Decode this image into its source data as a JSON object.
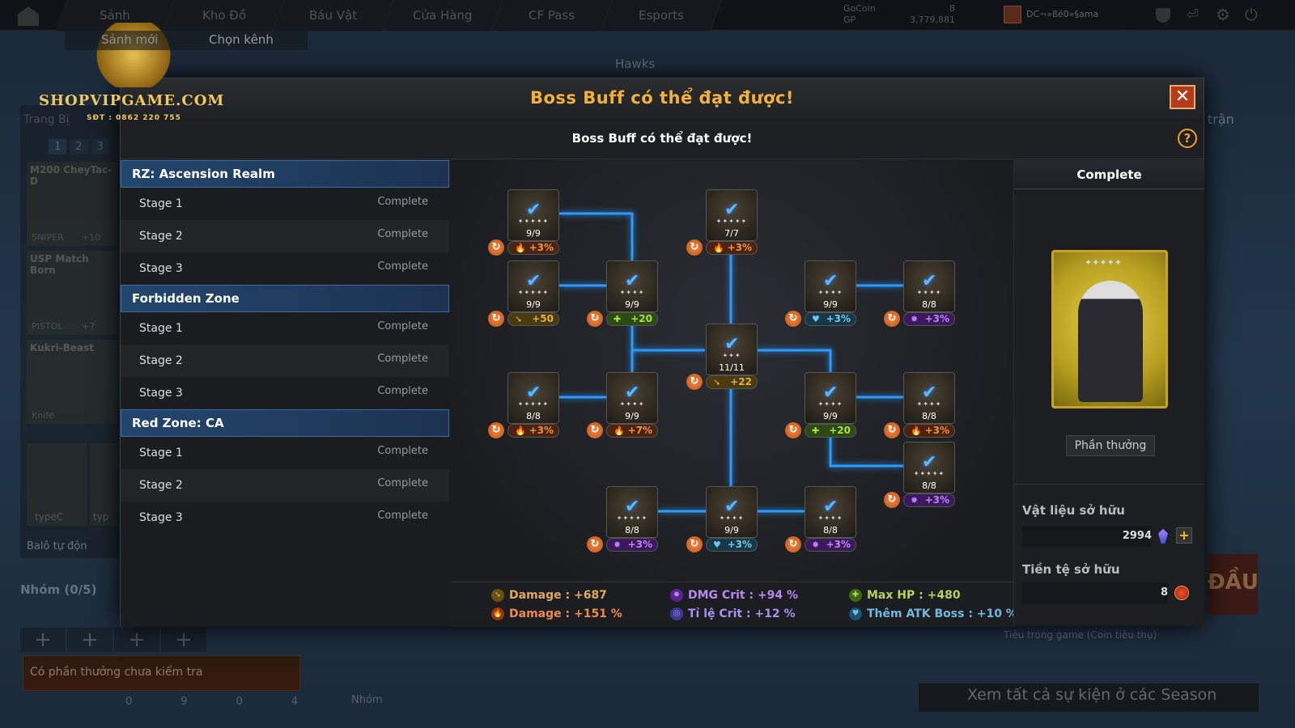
{
  "topbar": {
    "tabs": [
      "Sảnh",
      "Kho Đồ",
      "Báu Vật",
      "Cửa Hàng",
      "CF Pass",
      "Esports"
    ],
    "sub_tabs": [
      "Sảnh mới",
      "Chọn kênh"
    ],
    "gocoin_label": "GoCoin",
    "gocoin_value": "8",
    "gp_label": "GP",
    "gp_value": "3,779,881",
    "username": "DC¬»ßé0«§ama"
  },
  "watermark": {
    "site": "SHOPVIPGAME.COM",
    "phone": "SĐT : 0862 220 755"
  },
  "background": {
    "room_title": "Hawks",
    "equip_title": "Trang Bị",
    "slot_tabs": [
      "1",
      "2",
      "3"
    ],
    "weapons": [
      {
        "name": "M200 CheyTac-D",
        "type": "SNIPER",
        "bonus": "+10"
      },
      {
        "name": "USP Match Born",
        "type": "PISTOL",
        "bonus": "+7"
      },
      {
        "name": "Kukri-Beast",
        "type": "Knife",
        "bonus": ""
      }
    ],
    "char_types": [
      "typeC",
      "typ"
    ],
    "auto_bag": "Balô tự độn",
    "group": "Nhóm (0/5)",
    "reward_notice": "Có phần thưởng chưa kiểm tra",
    "bottom_counts": [
      "0",
      "9",
      "0",
      "4"
    ],
    "chat_group": "Nhóm",
    "right_tran": "trận",
    "season_banner": "Xem tất cả sự kiện ở các Season",
    "coin_hint": "Tiêu trong game (Coin tiêu thụ)",
    "dau": "ĐẦU"
  },
  "modal": {
    "title": "Boss Buff có thể đạt được!",
    "subtitle": "Boss Buff có thể đạt được!",
    "close": "✕",
    "help": "?",
    "sections": [
      {
        "name": "RZ: Ascension Realm",
        "stages": [
          {
            "label": "Stage 1",
            "status": "Complete"
          },
          {
            "label": "Stage 2",
            "status": "Complete"
          },
          {
            "label": "Stage 3",
            "status": "Complete"
          }
        ]
      },
      {
        "name": "Forbidden Zone",
        "stages": [
          {
            "label": "Stage 1",
            "status": "Complete"
          },
          {
            "label": "Stage 2",
            "status": "Complete"
          },
          {
            "label": "Stage 3",
            "status": "Complete"
          }
        ]
      },
      {
        "name": "Red Zone: CA",
        "stages": [
          {
            "label": "Stage 1",
            "status": "Complete"
          },
          {
            "label": "Stage 2",
            "status": "Complete"
          },
          {
            "label": "Stage 3",
            "status": "Complete"
          }
        ]
      }
    ],
    "nodes": [
      {
        "progress": "9/9",
        "stars": 5,
        "type": "fire",
        "bonus": "+3%"
      },
      {
        "progress": "7/7",
        "stars": 5,
        "type": "fire",
        "bonus": "+3%"
      },
      {
        "progress": "9/9",
        "stars": 5,
        "type": "gun",
        "bonus": "+50"
      },
      {
        "progress": "9/9",
        "stars": 4,
        "type": "hp",
        "bonus": "+20"
      },
      {
        "progress": "9/9",
        "stars": 4,
        "type": "boss",
        "bonus": "+3%"
      },
      {
        "progress": "8/8",
        "stars": 4,
        "type": "crit",
        "bonus": "+3%"
      },
      {
        "progress": "11/11",
        "stars": 3,
        "type": "gun",
        "bonus": "+22"
      },
      {
        "progress": "8/8",
        "stars": 5,
        "type": "fire",
        "bonus": "+3%"
      },
      {
        "progress": "9/9",
        "stars": 4,
        "type": "fire",
        "bonus": "+7%"
      },
      {
        "progress": "9/9",
        "stars": 4,
        "type": "hp",
        "bonus": "+20"
      },
      {
        "progress": "8/8",
        "stars": 4,
        "type": "fire",
        "bonus": "+3%"
      },
      {
        "progress": "8/8",
        "stars": 5,
        "type": "crit",
        "bonus": "+3%"
      },
      {
        "progress": "8/8",
        "stars": 5,
        "type": "crit",
        "bonus": "+3%"
      },
      {
        "progress": "9/9",
        "stars": 4,
        "type": "boss",
        "bonus": "+3%"
      },
      {
        "progress": "8/8",
        "stars": 4,
        "type": "crit",
        "bonus": "+3%"
      }
    ],
    "stats": [
      {
        "text": "Damage : +687",
        "type": "gun",
        "color": "#e0a860"
      },
      {
        "text": "Damage : +151 %",
        "type": "fire",
        "color": "#f08850"
      },
      {
        "text": "DMG Crit : +94 %",
        "type": "crit",
        "color": "#b888f0"
      },
      {
        "text": "Tỉ lệ Crit : +12 %",
        "type": "crate",
        "color": "#a890f0"
      },
      {
        "text": "Max HP : +480",
        "type": "hp",
        "color": "#b8d060"
      },
      {
        "text": "Thêm ATK Boss : +10 %",
        "type": "boss",
        "color": "#70b8e0"
      }
    ],
    "right": {
      "title": "Complete",
      "reward_button": "Phần thưởng",
      "materials_label": "Vật liệu sở hữu",
      "materials_value": "2994",
      "currency_label": "Tiền tệ sở hữu",
      "currency_value": "8"
    }
  },
  "colors": {
    "accent": "#f3b13a",
    "line": "#2a9aff",
    "section": "#23466e"
  }
}
